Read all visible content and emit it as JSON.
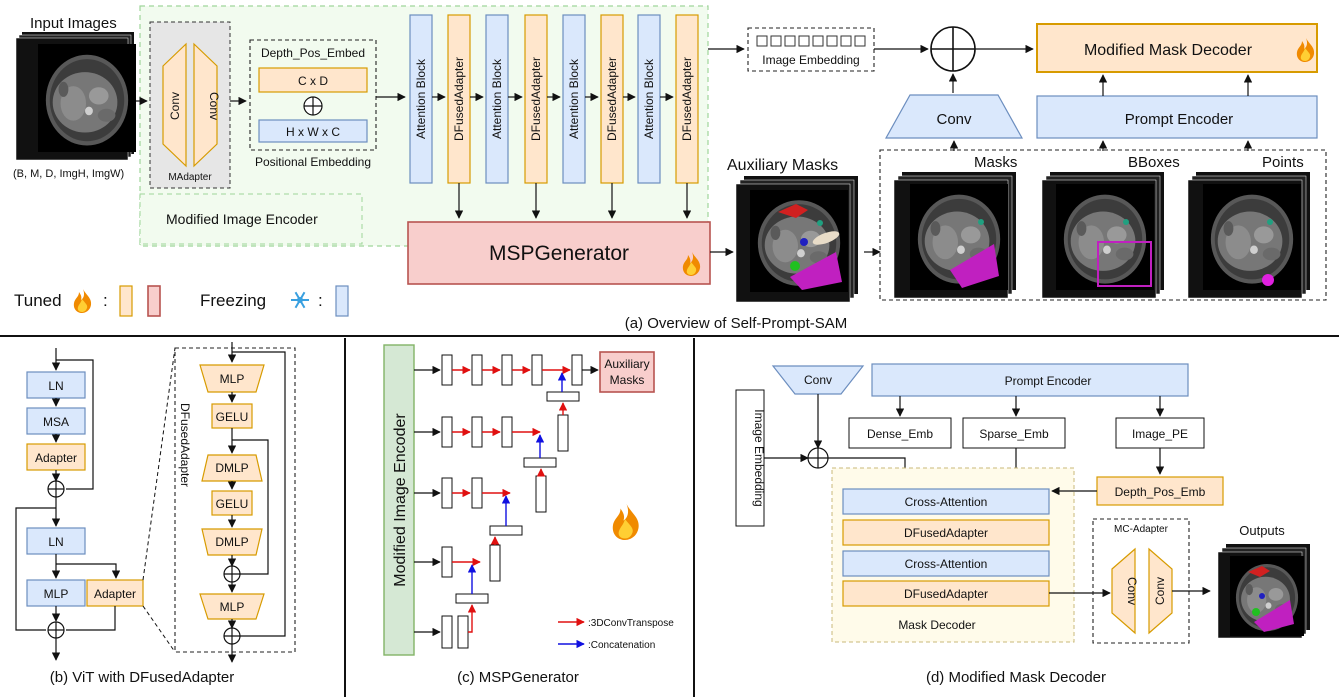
{
  "overview": {
    "input_images": "Input Images",
    "input_shape": "(B, M, D, ImgH, ImgW)",
    "conv1": "Conv",
    "conv2": "Conv",
    "madapter": "MAdapter",
    "depth_pos_embed": "Depth_Pos_Embed",
    "cxd": "C x D",
    "hxwxc": "H x W x C",
    "positional_embedding": "Positional Embedding",
    "attention_block": "Attention Block",
    "dfused_adapter": "DFusedAdapter",
    "modified_image_encoder": "Modified Image Encoder",
    "image_embedding": "Image Embedding",
    "mspgenerator": "MSPGenerator",
    "auxiliary_masks": "Auxiliary Masks",
    "conv": "Conv",
    "prompt_encoder": "Prompt Encoder",
    "modified_mask_decoder": "Modified Mask Decoder",
    "masks": "Masks",
    "bboxes": "BBoxes",
    "points": "Points",
    "tuned": "Tuned",
    "freezing": "Freezing",
    "colon": ":",
    "caption": "(a) Overview of Self-Prompt-SAM"
  },
  "vit": {
    "ln1": "LN",
    "msa": "MSA",
    "adapter1": "Adapter",
    "ln2": "LN",
    "mlp": "MLP",
    "adapter2": "Adapter",
    "d_mlp1": "MLP",
    "d_gelu1": "GELU",
    "d_dmlp1": "DMLP",
    "d_gelu2": "GELU",
    "d_dmlp2": "DMLP",
    "d_mlp2": "MLP",
    "dfused_label": "DFusedAdapter",
    "caption": "(b) ViT with DFusedAdapter"
  },
  "msp": {
    "encoder": "Modified Image Encoder",
    "aux_masks_line1": "Auxiliary",
    "aux_masks_line2": "Masks",
    "legend_red": ":3DConvTranspose",
    "legend_blue": ":Concatenation",
    "caption": "(c) MSPGenerator"
  },
  "decoder": {
    "conv": "Conv",
    "prompt_encoder": "Prompt Encoder",
    "image_embedding": "Image Embedding",
    "dense_emb": "Dense_Emb",
    "sparse_emb": "Sparse_Emb",
    "image_pe": "Image_PE",
    "depth_pos_emb": "Depth_Pos_Emb",
    "cross_attention1": "Cross-Attention",
    "dfused1": "DFusedAdapter",
    "cross_attention2": "Cross-Attention",
    "dfused2": "DFusedAdapter",
    "mask_decoder": "Mask Decoder",
    "mc_adapter": "MC-Adapter",
    "mc_conv1": "Conv",
    "mc_conv2": "Conv",
    "outputs": "Outputs",
    "caption": "(d) Modified Mask Decoder"
  },
  "colors": {
    "frozen_fill": "#dae8fc",
    "tuned_fill": "#ffe6cc",
    "generator_fill": "#f8cecc",
    "encoder_fill": "#d5e8d4",
    "transpose_arrow": "#e01010",
    "concat_arrow": "#1010e0"
  },
  "icons": [
    "fire-icon",
    "snowflake-icon",
    "plus-circle-icon"
  ]
}
